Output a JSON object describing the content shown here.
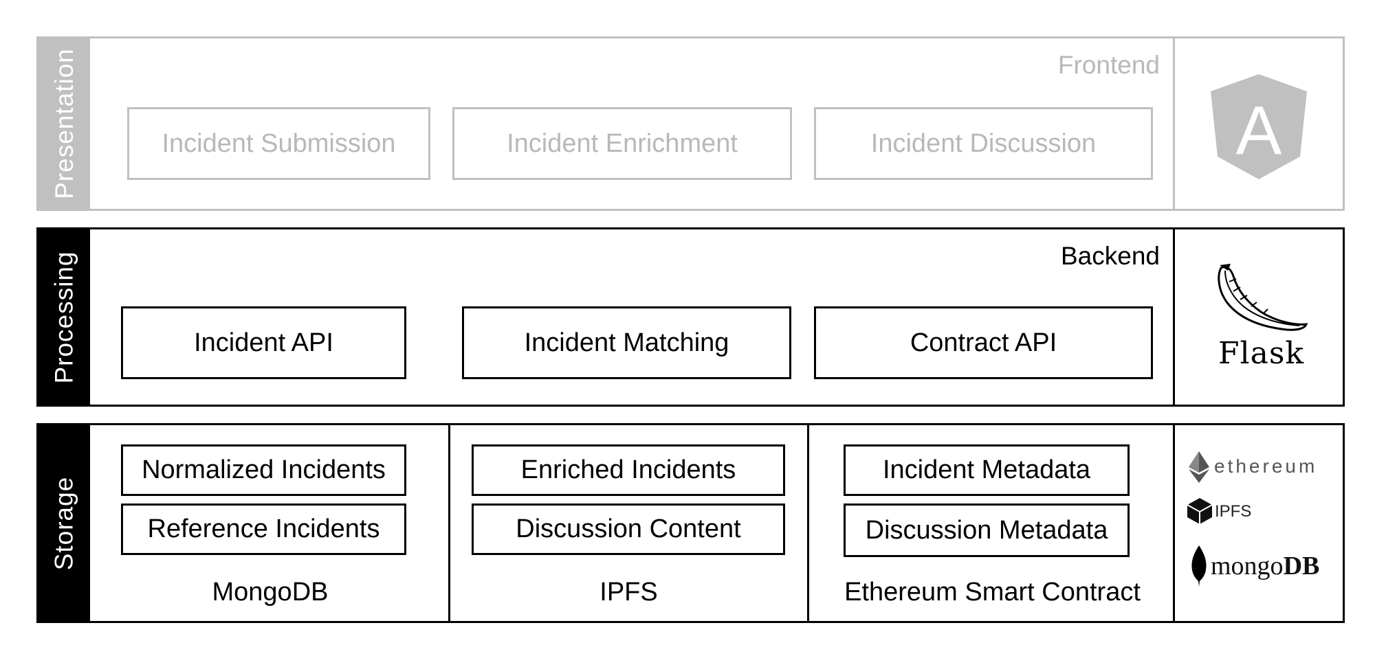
{
  "presentation": {
    "label": "Presentation",
    "tier": "Frontend",
    "components": [
      "Incident Submission",
      "Incident Enrichment",
      "Incident Discussion"
    ],
    "logo": {
      "icon": "angular-logo",
      "letter": "A"
    }
  },
  "processing": {
    "label": "Processing",
    "tier": "Backend",
    "components": [
      "Incident API",
      "Incident Matching",
      "Contract API"
    ],
    "logo": {
      "icon": "flask-logo",
      "text": "Flask"
    }
  },
  "storage": {
    "label": "Storage",
    "groups": [
      {
        "name": "MongoDB",
        "items": [
          "Normalized Incidents",
          "Reference Incidents"
        ]
      },
      {
        "name": "IPFS",
        "items": [
          "Enriched Incidents",
          "Discussion Content"
        ]
      },
      {
        "name": "Ethereum Smart Contract",
        "items": [
          "Incident Metadata",
          "Discussion Metadata"
        ]
      }
    ],
    "logos": {
      "ethereum": {
        "icon": "ethereum-logo",
        "text": "ethereum"
      },
      "ipfs": {
        "icon": "ipfs-logo",
        "text": "IPFS"
      },
      "mongodb": {
        "icon": "mongodb-logo",
        "text_a": "mongo",
        "text_b": "DB"
      }
    }
  },
  "colors": {
    "active": "#000000",
    "inactive": "#c0c0c0",
    "inactive_text": "#b8b8b8"
  }
}
